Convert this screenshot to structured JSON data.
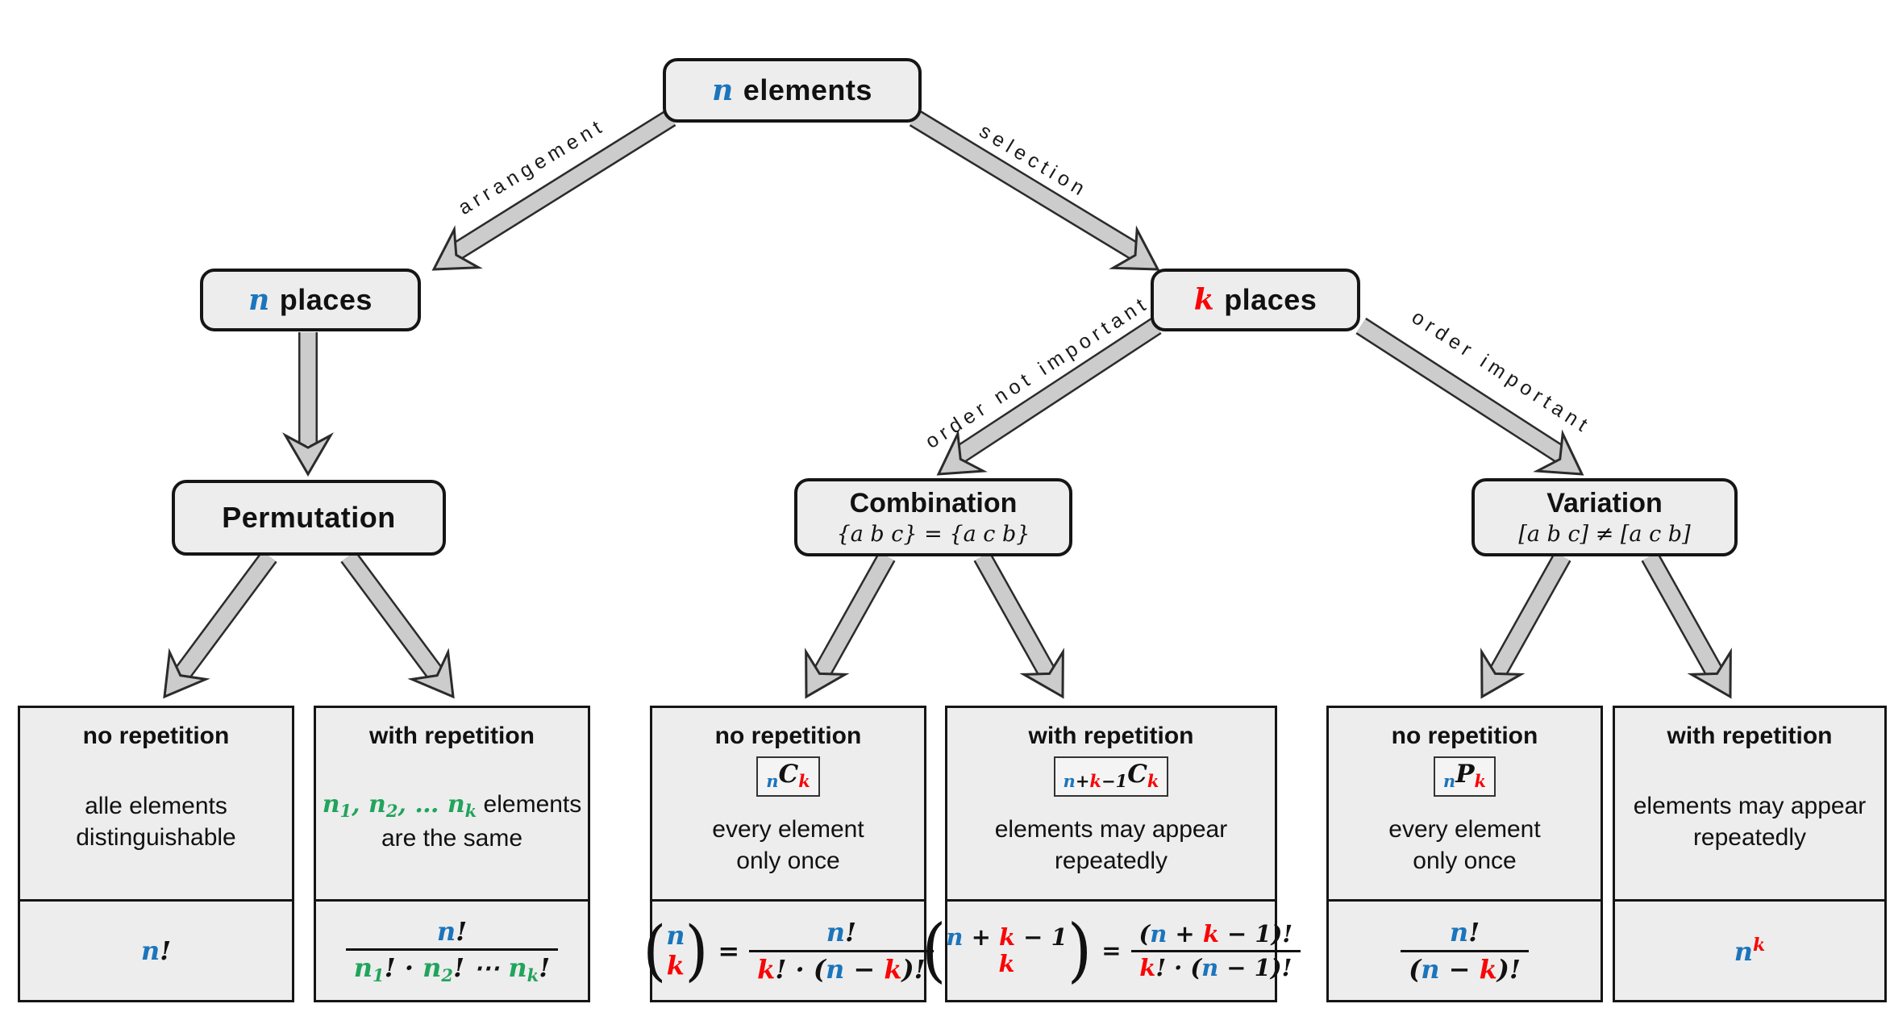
{
  "colors": {
    "blue": "#1b75bc",
    "red": "#f90606",
    "green": "#21a45c",
    "box_fill": "#ededed",
    "arrow_fill": "#cccccc",
    "arrow_outline": "#2b2b2b",
    "border": "#151515"
  },
  "nodes": {
    "root": {
      "sym": "n",
      "text": "elements"
    },
    "n_places": {
      "sym": "n",
      "text": "places"
    },
    "k_places": {
      "sym": "k",
      "text": "places"
    },
    "permutation": {
      "title": "Permutation"
    },
    "combination": {
      "title": "Combination",
      "subtitle": "{a b c} = {a c b}"
    },
    "variation": {
      "title": "Variation",
      "subtitle": "[a b c] ≠ [a c b]"
    }
  },
  "edge_labels": {
    "arrangement": "arrangement",
    "selection": "selection",
    "order_not_important": "order not important",
    "order_important": "order important"
  },
  "leaves": {
    "perm_no_rep": {
      "title": "no repetition",
      "body1": "alle elements",
      "body2": "distinguishable",
      "formula": {
        "n": "n",
        "bang": "!"
      }
    },
    "perm_with_rep": {
      "title": "with repetition",
      "body_math": {
        "n1": "n",
        "s1": "1",
        "sep1": ", ",
        "n2": "n",
        "s2": "2",
        "sep2": ", … ",
        "nk": "n",
        "sk": "k"
      },
      "body_rest": " elements",
      "body2": "are the same",
      "formula": {
        "num_n": "n",
        "num_bang": "!",
        "den_n1": "n",
        "den_s1": "1",
        "den_p1": "! · ",
        "den_n2": "n",
        "den_s2": "2",
        "den_p2": "! ⋯ ",
        "den_nk": "n",
        "den_sk": "k",
        "den_p3": "!"
      }
    },
    "comb_no_rep": {
      "title": "no repetition",
      "badge": {
        "sub_n": "n",
        "letter": "C",
        "sub_k": "k"
      },
      "body1": "every element",
      "body2": "only once",
      "formula": {
        "lp": "(",
        "rp": ")",
        "bin_top": "n",
        "bin_bot": "k",
        "eq": "=",
        "num_n": "n",
        "num_bang": "!",
        "den_k": "k",
        "den_p1": "! · (",
        "den_n": "n",
        "den_minus": " − ",
        "den_k2": "k",
        "den_p2": ")!"
      }
    },
    "comb_with_rep": {
      "title": "with repetition",
      "badge": {
        "sub_n": "n",
        "sub_plus": "+",
        "sub_k": "k",
        "sub_minus1": "−1",
        "letter": "C",
        "sub_k2": "k"
      },
      "body1": "elements may appear",
      "body2": "repeatedly",
      "formula": {
        "lp": "(",
        "rp": ")",
        "bin_n": "n",
        "bin_plus": " + ",
        "bin_k": "k",
        "bin_minus1": " − 1",
        "bin_bot": "k",
        "eq": "=",
        "num_p1": "(",
        "num_n": "n",
        "num_plus": " + ",
        "num_k": "k",
        "num_minus1": " − 1",
        "num_p2": ")!",
        "den_k": "k",
        "den_p1": "! · (",
        "den_n": "n",
        "den_minus1": " − 1",
        "den_p2": ")!"
      }
    },
    "var_no_rep": {
      "title": "no repetition",
      "badge": {
        "sub_n": "n",
        "letter": "P",
        "sub_k": "k"
      },
      "body1": "every element",
      "body2": "only once",
      "formula": {
        "num_n": "n",
        "num_bang": "!",
        "den_p1": "(",
        "den_n": "n",
        "den_minus": " − ",
        "den_k": "k",
        "den_p2": ")!"
      }
    },
    "var_with_rep": {
      "title": "with repetition",
      "body1": "elements may appear",
      "body2": "repeatedly",
      "formula": {
        "n": "n",
        "sup_k": "k"
      }
    }
  }
}
